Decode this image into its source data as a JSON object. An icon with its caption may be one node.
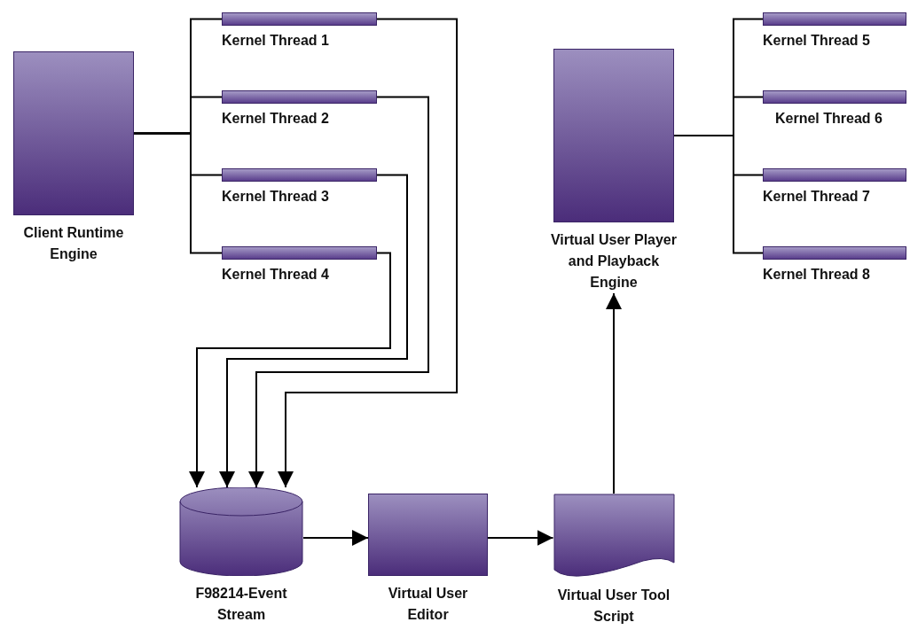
{
  "diagram": {
    "nodes": [
      {
        "text": [
          "Client Runtime Engine"
        ]
      },
      {
        "text": [
          "Kernel Thread 1"
        ]
      },
      {
        "text": [
          "Kernel Thread 2"
        ]
      },
      {
        "text": [
          "Kernel Thread 3"
        ]
      },
      {
        "text": [
          "Kernel Thread 4"
        ]
      },
      {
        "text": [
          "Virtual User Player and Playback Engine"
        ]
      },
      {
        "text": [
          "Kernel Thread 5"
        ]
      },
      {
        "text": [
          "Kernel Thread 6"
        ]
      },
      {
        "text": [
          "Kernel Thread 7"
        ]
      },
      {
        "text": [
          "Kernel Thread 8"
        ]
      },
      {
        "text": [
          "F98214-Event Stream"
        ]
      },
      {
        "text": [
          "Virtual User Editor"
        ]
      },
      {
        "text": [
          "Virtual User Tool Script"
        ]
      }
    ],
    "edges": [
      {
        "from": 0,
        "to": 1,
        "arrow": "none"
      },
      {
        "from": 0,
        "to": 2,
        "arrow": "none"
      },
      {
        "from": 0,
        "to": 3,
        "arrow": "none"
      },
      {
        "from": 0,
        "to": 4,
        "arrow": "none"
      },
      {
        "from": 1,
        "to": 10,
        "arrow": "to"
      },
      {
        "from": 2,
        "to": 10,
        "arrow": "to"
      },
      {
        "from": 3,
        "to": 10,
        "arrow": "to"
      },
      {
        "from": 4,
        "to": 10,
        "arrow": "to"
      },
      {
        "from": 10,
        "to": 11,
        "arrow": "to"
      },
      {
        "from": 11,
        "to": 12,
        "arrow": "to"
      },
      {
        "from": 12,
        "to": 5,
        "arrow": "to"
      },
      {
        "from": 5,
        "to": 6,
        "arrow": "none"
      },
      {
        "from": 5,
        "to": 7,
        "arrow": "none"
      },
      {
        "from": 5,
        "to": 8,
        "arrow": "none"
      },
      {
        "from": 5,
        "to": 9,
        "arrow": "none"
      }
    ]
  }
}
